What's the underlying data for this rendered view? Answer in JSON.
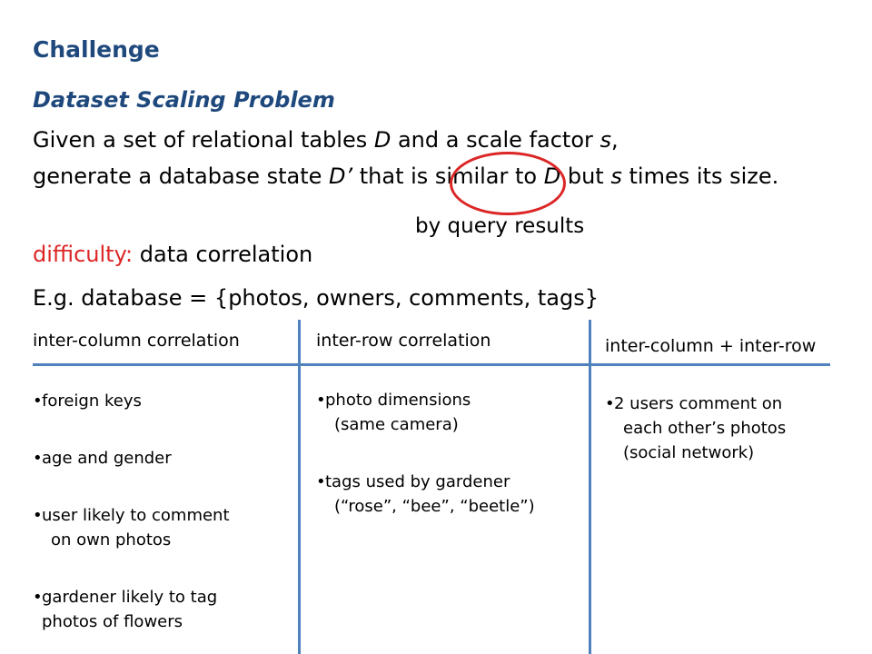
{
  "slide": {
    "heading": "Challenge",
    "problem_title": "Dataset Scaling Problem",
    "problem_colon": ":",
    "statement": {
      "line1_a": "Given a set of relational tables ",
      "line1_d": "D",
      "line1_b": " and a scale factor ",
      "line1_s": "s",
      "line1_c": ",",
      "line2_a": "generate a database state ",
      "line2_dprime": "D’",
      "line2_b": " that is ",
      "line2_similar": "similar",
      "line2_c": " to ",
      "line2_d": "D",
      "line2_e": " but ",
      "line2_s": "s",
      "line2_f": " times its size."
    },
    "annotation": "by query results",
    "difficulty_label": "difficulty:",
    "difficulty_text": " data correlation",
    "example": "E.g. database = {photos, owners, comments, tags}",
    "columns": [
      {
        "header": "inter-column correlation",
        "items": [
          [
            "foreign keys"
          ],
          [
            "age and gender"
          ],
          [
            "user likely to comment",
            "on own photos"
          ],
          [
            "gardener likely to tag",
            "photos of flowers"
          ]
        ]
      },
      {
        "header": "inter-row correlation",
        "items": [
          [
            "photo dimensions",
            "(same camera)"
          ],
          [
            "tags used by gardener",
            "(“rose”, “bee”, “beetle”)"
          ]
        ]
      },
      {
        "header": "inter-column + inter-row",
        "items": [
          [
            "2 users comment on",
            "each other’s photos",
            "(social network)"
          ]
        ]
      }
    ],
    "colors": {
      "title_blue": "#1F497D",
      "accent_red": "#DC2626",
      "rule_blue": "#4F81BD"
    }
  }
}
